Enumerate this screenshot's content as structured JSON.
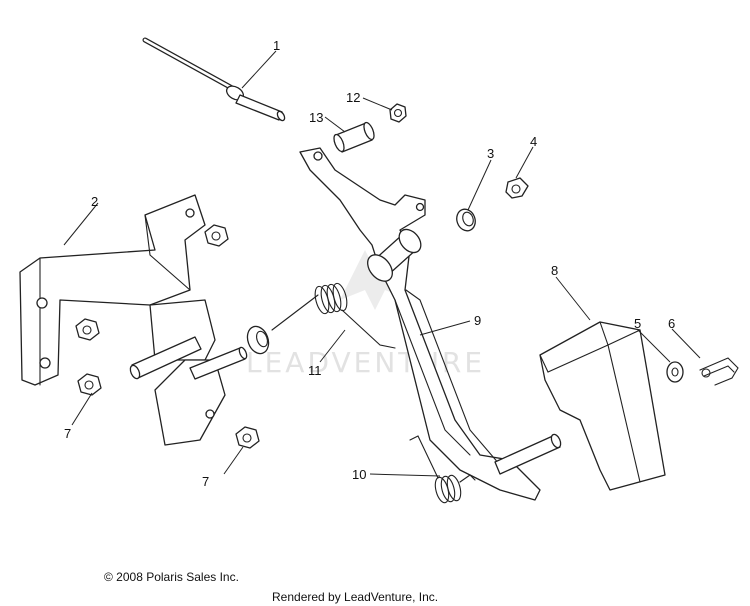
{
  "callouts": {
    "c1": "1",
    "c2": "2",
    "c3": "3",
    "c4": "4",
    "c5": "5",
    "c6": "6",
    "c7a": "7",
    "c7b": "7",
    "c8": "8",
    "c9": "9",
    "c10": "10",
    "c11": "11",
    "c12": "12",
    "c13": "13"
  },
  "watermark": "LEADVENTURE",
  "footer": {
    "copyright": "© 2008 Polaris Sales Inc.",
    "rendered_by": "Rendered by LeadVenture, Inc."
  }
}
